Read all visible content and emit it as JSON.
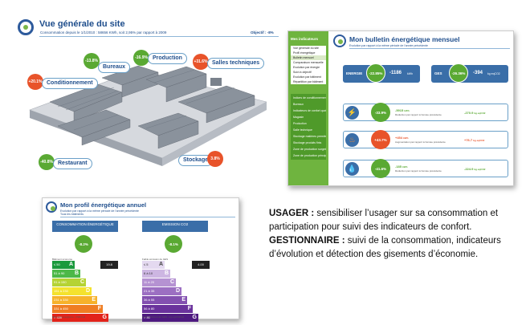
{
  "site_overview": {
    "title": "Vue générale du site",
    "subtitle": "Consommation depuis le 1/1/2010 : 58656 KWh, soit 2,95% par rapport à 2009",
    "objective": "Objectif : -8%",
    "buildings": [
      {
        "label": "Bureaux",
        "badge": "-13.8%",
        "color": "#5aa933"
      },
      {
        "label": "Production",
        "badge": "-16.9%",
        "color": "#5aa933"
      },
      {
        "label": "Salles techniques",
        "badge": "+31.6%",
        "color": "#e8532a"
      },
      {
        "label": "Conditionnement",
        "badge": "+20.1%",
        "color": "#e8532a"
      },
      {
        "label": "Restaurant",
        "badge": "-40.8%",
        "color": "#5aa933"
      },
      {
        "label": "Stockage",
        "badge": "3.8%",
        "color": "#e8532a"
      }
    ]
  },
  "bulletin": {
    "sidebar_title": "Mes indicateurs",
    "menu": [
      "Vue générale du site",
      "Profil énergétique",
      "Bulletin mensuel",
      "Comparaison mensuelle",
      "Evolution par énergie",
      "Suivi à objectif",
      "Evolution par bâtiment",
      "Répartition par bâtiment"
    ],
    "menu_dark": [
      "Indices de conditionnement",
      "Bureaux",
      "Indicateurs de confort quotidien",
      "Magasin",
      "Production",
      "Salle technique",
      "Stockage matières premières",
      "Stockage produits finis",
      "Zone de production surgelé",
      "Zone de production principale"
    ],
    "title": "Mon bulletin énergétique mensuel",
    "subtitle": "Evolution par rapport à la même période de l'année précédente",
    "energie": {
      "label": "ENERGIE",
      "pct": "-22.85%",
      "value": "-1186",
      "unit": "kWh"
    },
    "ges": {
      "label": "GES",
      "pct": "-26.36%",
      "value": "-394",
      "unit": "kg eqCO2"
    },
    "rows": [
      {
        "pct": "-33.9%",
        "value": "-5915",
        "unit": "kWh",
        "note": "Réduction par rapport à l'année précédente",
        "co2": "-270.9",
        "co2_unit": "kg eqCO2"
      },
      {
        "pct": "+43.7%",
        "value": "+454",
        "unit": "kWh",
        "note": "Augmentation par rapport à l'année précédente",
        "co2": "+76.7",
        "co2_unit": "kg eqCO2"
      },
      {
        "pct": "-41.6%",
        "value": "-185",
        "unit": "kWh",
        "note": "Réduction par rapport à l'année précédente",
        "co2": "-224.9",
        "co2_unit": "kg eqCO2"
      }
    ]
  },
  "profile": {
    "title": "Mon profil énergétique annuel",
    "subtitle": "Evolution par rapport à la même période de l'année précédente",
    "subtitle2": "Tous les bâtiments",
    "conso": {
      "header": "CONSOMMATION ÉNERGÉTIQUE",
      "pct": "-8.2%",
      "top_label": "Bâtiment économe",
      "bottom_label": "Bâtiment énergivore - KWh/m2",
      "marker": "19.8"
    },
    "emission": {
      "header": "EMISSION CO2",
      "pct": "-8.1%",
      "top_label": "Faible émission de GES",
      "bottom_label": "Forte émission de GES - kg eqCO2/m2",
      "marker": "4.00"
    },
    "bands_conso": [
      {
        "letter": "A",
        "range": "≤ 50",
        "color": "#1a9a3c"
      },
      {
        "letter": "B",
        "range": "51 à 90",
        "color": "#4cb848"
      },
      {
        "letter": "C",
        "range": "91 à 150",
        "color": "#b5d334"
      },
      {
        "letter": "D",
        "range": "151 à 230",
        "color": "#f4e22d"
      },
      {
        "letter": "E",
        "range": "231 à 330",
        "color": "#f6b22b"
      },
      {
        "letter": "F",
        "range": "331 à 450",
        "color": "#ef7d22"
      },
      {
        "letter": "G",
        "range": "> 450",
        "color": "#e2231a"
      }
    ],
    "bands_emission": [
      {
        "letter": "A",
        "range": "≤ 5",
        "color": "#e4d9f0"
      },
      {
        "letter": "B",
        "range": "6 à 10",
        "color": "#cdb6e2"
      },
      {
        "letter": "C",
        "range": "11 à 20",
        "color": "#b592d2"
      },
      {
        "letter": "D",
        "range": "21 à 35",
        "color": "#9c6fc2"
      },
      {
        "letter": "E",
        "range": "36 à 55",
        "color": "#8350b0"
      },
      {
        "letter": "F",
        "range": "56 à 80",
        "color": "#6a329c"
      },
      {
        "letter": "G",
        "range": "> 80",
        "color": "#4e1a80"
      }
    ]
  },
  "description": {
    "usager_label": "USAGER :",
    "usager_text": " sensibiliser  l’usager sur sa consommation et  participation pour suivi des indicateurs de confort.",
    "gestionnaire_label": "GESTIONNAIRE :",
    "gestionnaire_text": " suivi de la consommation, indicateurs d’évolution et détection des gisements d’économie."
  }
}
